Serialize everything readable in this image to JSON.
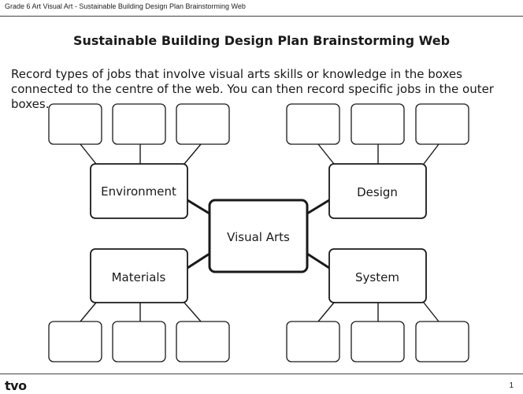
{
  "header": {
    "text": "Grade 6 Art Visual Art - Sustainable Building Design Plan Brainstorming Web"
  },
  "title": "Sustainable Building Design Plan Brainstorming Web",
  "instructions": "Record types of jobs that involve visual arts skills or knowledge in the boxes connected to the centre of the web. You can then record specific jobs in the outer boxes.",
  "web": {
    "center": "Visual Arts",
    "categories": [
      {
        "label": "Environment"
      },
      {
        "label": "Design"
      },
      {
        "label": "Materials"
      },
      {
        "label": "System"
      }
    ]
  },
  "footer": {
    "logo": "tvo",
    "page": "1"
  }
}
